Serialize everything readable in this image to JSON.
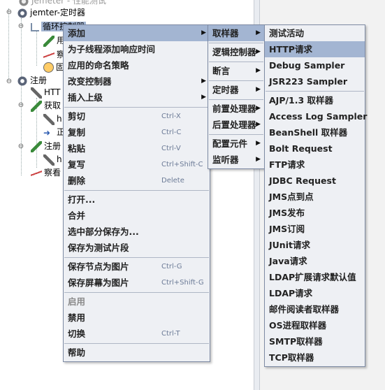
{
  "tree": {
    "nodes": [
      {
        "label": "Jemeter - 性能测试"
      },
      {
        "label": "jemter-定时器"
      },
      {
        "label": "循环控制器"
      },
      {
        "label": "用"
      },
      {
        "label": "察"
      },
      {
        "label": "固"
      },
      {
        "label": "注册"
      },
      {
        "label": "HTT"
      },
      {
        "label": "获取"
      },
      {
        "label": "h"
      },
      {
        "label": "正"
      },
      {
        "label": "注册"
      },
      {
        "label": "h"
      },
      {
        "label": "察看"
      }
    ]
  },
  "context_menu": {
    "items": [
      {
        "label": "添加",
        "has_submenu": true
      },
      {
        "label": "为子线程添加响应时间"
      },
      {
        "label": "应用的命名策略"
      },
      {
        "label": "改变控制器",
        "has_submenu": true
      },
      {
        "label": "插入上级",
        "has_submenu": true
      },
      {
        "label": "剪切",
        "shortcut": "Ctrl-X"
      },
      {
        "label": "复制",
        "shortcut": "Ctrl-C"
      },
      {
        "label": "粘贴",
        "shortcut": "Ctrl-V"
      },
      {
        "label": "复写",
        "shortcut": "Ctrl+Shift-C"
      },
      {
        "label": "删除",
        "shortcut": "Delete"
      },
      {
        "label": "打开..."
      },
      {
        "label": "合并"
      },
      {
        "label": "选中部分保存为..."
      },
      {
        "label": "保存为测试片段"
      },
      {
        "label": "保存节点为图片",
        "shortcut": "Ctrl-G"
      },
      {
        "label": "保存屏幕为图片",
        "shortcut": "Ctrl+Shift-G"
      },
      {
        "label": "启用",
        "disabled": true
      },
      {
        "label": "禁用"
      },
      {
        "label": "切换",
        "shortcut": "Ctrl-T"
      },
      {
        "label": "帮助"
      }
    ]
  },
  "add_submenu": {
    "items": [
      {
        "label": "取样器"
      },
      {
        "label": "逻辑控制器"
      },
      {
        "label": "断言"
      },
      {
        "label": "定时器"
      },
      {
        "label": "前置处理器"
      },
      {
        "label": "后置处理器"
      },
      {
        "label": "配置元件"
      },
      {
        "label": "监听器"
      }
    ]
  },
  "sampler_submenu": {
    "items": [
      {
        "label": "测试活动"
      },
      {
        "label": "HTTP请求"
      },
      {
        "label": "Debug Sampler"
      },
      {
        "label": "JSR223 Sampler"
      },
      {
        "label": "AJP/1.3 取样器"
      },
      {
        "label": "Access Log Sampler"
      },
      {
        "label": "BeanShell 取样器"
      },
      {
        "label": "Bolt Request"
      },
      {
        "label": "FTP请求"
      },
      {
        "label": "JDBC Request"
      },
      {
        "label": "JMS点到点"
      },
      {
        "label": "JMS发布"
      },
      {
        "label": "JMS订阅"
      },
      {
        "label": "JUnit请求"
      },
      {
        "label": "Java请求"
      },
      {
        "label": "LDAP扩展请求默认值"
      },
      {
        "label": "LDAP请求"
      },
      {
        "label": "邮件阅读者取样器"
      },
      {
        "label": "OS进程取样器"
      },
      {
        "label": "SMTP取样器"
      },
      {
        "label": "TCP取样器"
      }
    ]
  },
  "colors": {
    "menu_bg": "#eef0f4",
    "highlight": "#a3b5d2",
    "border": "#7d8aa3",
    "disabled_text": "#8a8a8a"
  }
}
